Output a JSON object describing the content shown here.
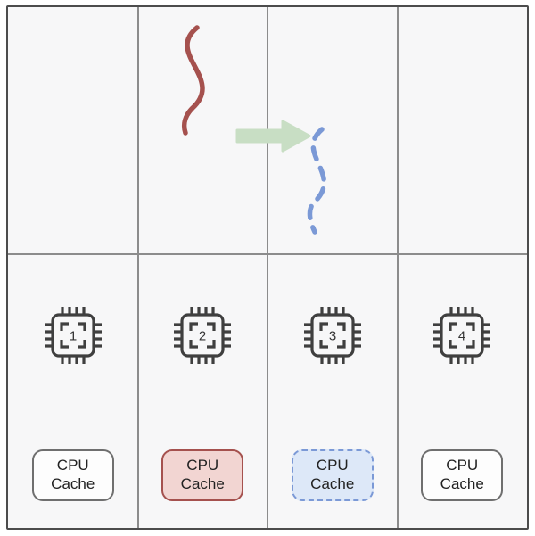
{
  "diagram": {
    "columns": [
      {
        "chip_label": "1",
        "cache": {
          "line1": "CPU",
          "line2": "Cache",
          "variant": "default"
        }
      },
      {
        "chip_label": "2",
        "cache": {
          "line1": "CPU",
          "line2": "Cache",
          "variant": "red-solid"
        }
      },
      {
        "chip_label": "3",
        "cache": {
          "line1": "CPU",
          "line2": "Cache",
          "variant": "blue-dashed"
        }
      },
      {
        "chip_label": "4",
        "cache": {
          "line1": "CPU",
          "line2": "Cache",
          "variant": "default"
        }
      }
    ],
    "icons": {
      "red_thread": "red-thread-curve-icon",
      "blue_thread": "blue-dashed-thread-curve-icon",
      "arrow": "green-right-arrow-icon",
      "chip": "cpu-chip-icon"
    },
    "colors": {
      "red": "#a5514e",
      "red_fill": "#f2d5d2",
      "blue": "#7b99d6",
      "blue_fill": "#dde8f8",
      "green": "#c8dec4",
      "frame_border": "#4c4c4c",
      "divider": "#8c8c8c",
      "chip_stroke": "#3f3f3f",
      "panel_background": "#f7f7f8",
      "cache_default_border": "#6f6f6f",
      "text": "#222222"
    }
  }
}
